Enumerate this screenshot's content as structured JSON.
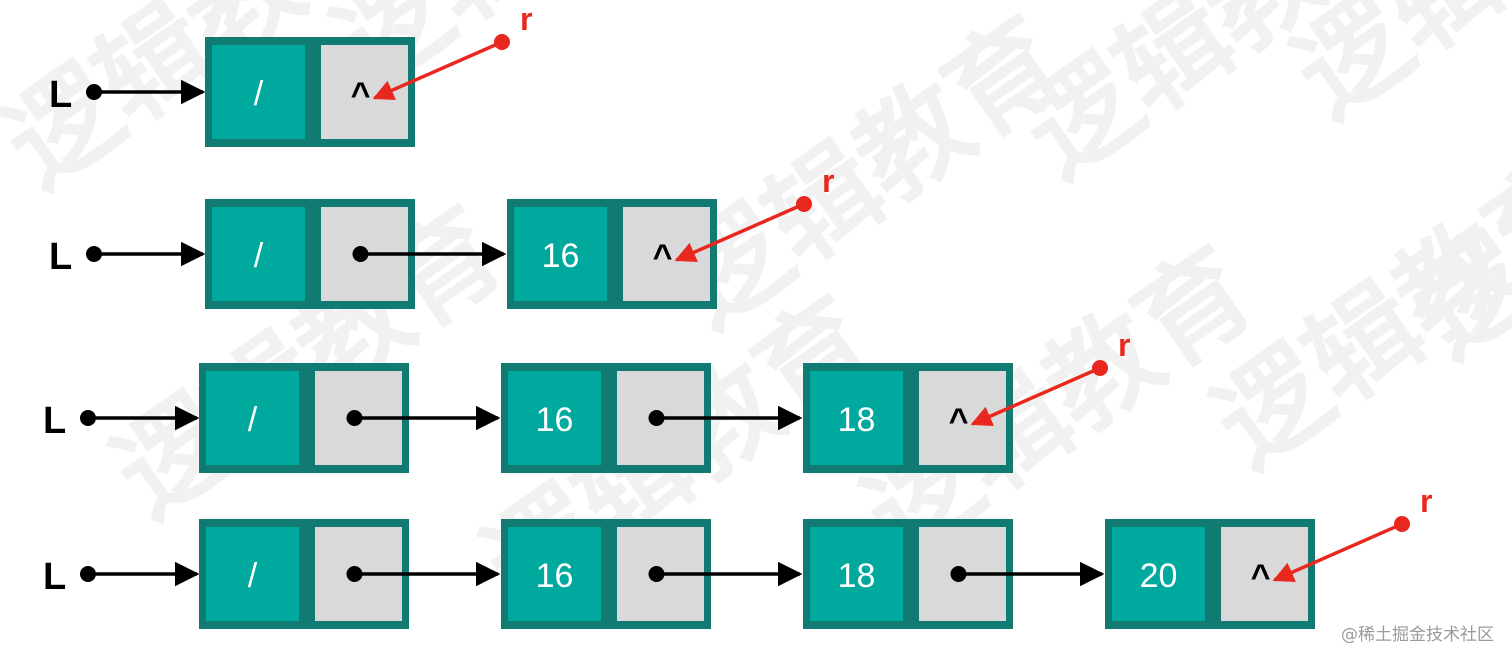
{
  "colors": {
    "data_cell": "#00a99d",
    "ptr_cell": "#d9d9d9",
    "node_border": "#117a73",
    "arrow": "#000000",
    "tail_pointer": "#e8281e",
    "watermark": "#f1f1f1",
    "credit": "#9a9a9a"
  },
  "head_label": "L",
  "tail_label": "r",
  "null_symbol": "^",
  "watermark_text": "逻辑教育",
  "credit": "@稀土掘金技术社区",
  "rows": [
    {
      "nodes": [
        {
          "data": "/"
        }
      ]
    },
    {
      "nodes": [
        {
          "data": "/"
        },
        {
          "data": "16"
        }
      ]
    },
    {
      "nodes": [
        {
          "data": "/"
        },
        {
          "data": "16"
        },
        {
          "data": "18"
        }
      ]
    },
    {
      "nodes": [
        {
          "data": "/"
        },
        {
          "data": "16"
        },
        {
          "data": "18"
        },
        {
          "data": "20"
        }
      ]
    }
  ]
}
